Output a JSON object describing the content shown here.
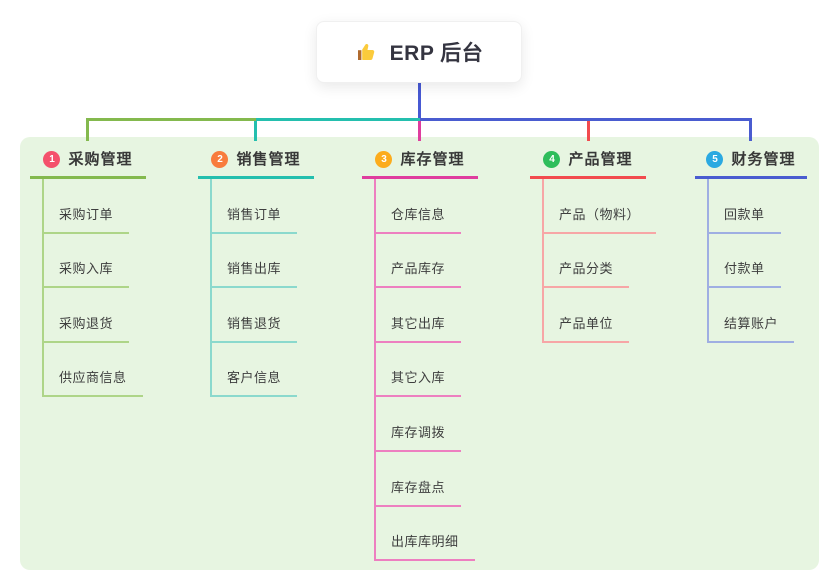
{
  "root": {
    "label": "ERP 后台",
    "icon": "thumbs-up-icon"
  },
  "connector": {
    "root_line_color": "#4759D3"
  },
  "panel": {
    "background": "#E7F5E1"
  },
  "branches": [
    {
      "num": "1",
      "title": "采购管理",
      "badge_color": "#F4516C",
      "line_color": "#84B94E",
      "pale_color": "#AED588",
      "children": [
        "采购订单",
        "采购入库",
        "采购退货",
        "供应商信息"
      ]
    },
    {
      "num": "2",
      "title": "销售管理",
      "badge_color": "#F87C3D",
      "line_color": "#24BFAE",
      "pale_color": "#8BD9CD",
      "children": [
        "销售订单",
        "销售出库",
        "销售退货",
        "客户信息"
      ]
    },
    {
      "num": "3",
      "title": "库存管理",
      "badge_color": "#FCAC1C",
      "line_color": "#DF3D9E",
      "pale_color": "#ED7FC0",
      "children": [
        "仓库信息",
        "产品库存",
        "其它出库",
        "其它入库",
        "库存调拨",
        "库存盘点",
        "出库库明细"
      ]
    },
    {
      "num": "4",
      "title": "产品管理",
      "badge_color": "#2EBD5B",
      "line_color": "#F24B4E",
      "pale_color": "#F7A6A6",
      "children": [
        "产品（物料）",
        "产品分类",
        "产品单位"
      ]
    },
    {
      "num": "5",
      "title": "财务管理",
      "badge_color": "#2BA9E1",
      "line_color": "#4A5CD0",
      "pale_color": "#9FAEE2",
      "children": [
        "回款单",
        "付款单",
        "结算账户"
      ]
    }
  ]
}
